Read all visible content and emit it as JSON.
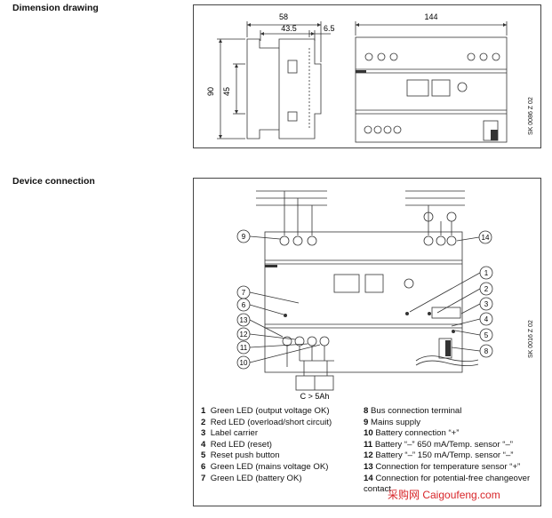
{
  "section1": {
    "title": "Dimension drawing",
    "dims": {
      "d58": "58",
      "d43_5": "43.5",
      "d6_5": "6.5",
      "d90": "90",
      "d45": "45",
      "d144": "144"
    },
    "sk": "SK 0086 Z 02"
  },
  "section2": {
    "title": "Device connection",
    "sk": "SK 0016 Z 02",
    "battery_label": "C > 5Ah",
    "callouts": [
      "1",
      "2",
      "3",
      "4",
      "5",
      "6",
      "7",
      "8",
      "9",
      "10",
      "11",
      "12",
      "13",
      "14"
    ],
    "legend_left": [
      {
        "num": "1",
        "text": "Green LED (output voltage OK)"
      },
      {
        "num": "2",
        "text": "Red LED (overload/short circuit)"
      },
      {
        "num": "3",
        "text": "Label carrier"
      },
      {
        "num": "4",
        "text": "Red LED (reset)"
      },
      {
        "num": "5",
        "text": "Reset push button"
      },
      {
        "num": "6",
        "text": "Green LED (mains voltage OK)"
      },
      {
        "num": "7",
        "text": "Green LED (battery OK)"
      }
    ],
    "legend_right": [
      {
        "num": "8",
        "text": "Bus connection terminal"
      },
      {
        "num": "9",
        "text": "Mains supply"
      },
      {
        "num": "10",
        "text": "Battery connection “+”"
      },
      {
        "num": "11",
        "text": "Battery “–” 650 mA/Temp. sensor “–”"
      },
      {
        "num": "12",
        "text": "Battery “–” 150 mA/Temp. sensor “–”"
      },
      {
        "num": "13",
        "text": "Connection for temperature sensor “+”"
      },
      {
        "num": "14",
        "text": "Connection for potential-free changeover contact"
      }
    ]
  },
  "watermark": "采购网 Caigoufeng.com"
}
